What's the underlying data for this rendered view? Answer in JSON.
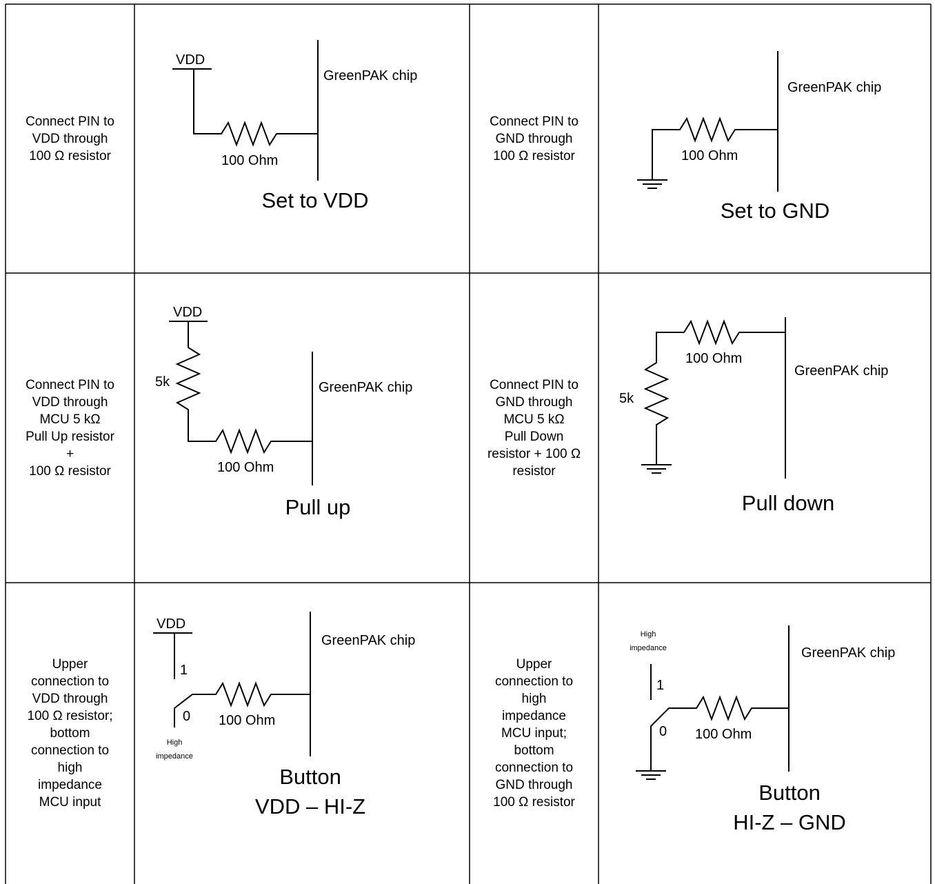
{
  "rows": [
    {
      "left": {
        "description": "Connect PIN to\nVDD through\n100 Ω resistor",
        "caption": "Set to VDD",
        "supply_label": "VDD",
        "resistor_label": "100 Ohm",
        "chip_label": "GreenPAK chip"
      },
      "right": {
        "description": "Connect PIN to\nGND through\n100 Ω resistor",
        "caption": "Set to GND",
        "resistor_label": "100 Ohm",
        "chip_label": "GreenPAK chip"
      }
    },
    {
      "left": {
        "description": "Connect PIN to\nVDD through\nMCU 5 kΩ\nPull Up resistor\n+\n100 Ω resistor",
        "caption": "Pull up",
        "supply_label": "VDD",
        "pull_label": "5k",
        "resistor_label": "100 Ohm",
        "chip_label": "GreenPAK chip"
      },
      "right": {
        "description": "Connect PIN to\nGND through\nMCU 5 kΩ\nPull Down\nresistor + 100 Ω\nresistor",
        "caption": "Pull down",
        "pull_label": "5k",
        "resistor_label": "100 Ohm",
        "chip_label": "GreenPAK chip"
      }
    },
    {
      "left": {
        "description": "Upper\nconnection to\nVDD through\n100 Ω resistor;\nbottom\nconnection to\nhigh\nimpedance\nMCU input",
        "caption_line1": "Button",
        "caption_line2": "VDD – HI-Z",
        "supply_label": "VDD",
        "switch_upper": "1",
        "switch_lower": "0",
        "hiz_line1": "High",
        "hiz_line2": "impedance",
        "resistor_label": "100 Ohm",
        "chip_label": "GreenPAK chip"
      },
      "right": {
        "description": "Upper\nconnection to\nhigh\nimpedance\nMCU input;\nbottom\nconnection to\nGND through\n100 Ω resistor",
        "caption_line1": "Button",
        "caption_line2": "HI-Z – GND",
        "hiz_line1": "High",
        "hiz_line2": "impedance",
        "switch_upper": "1",
        "switch_lower": "0",
        "resistor_label": "100 Ohm",
        "chip_label": "GreenPAK chip"
      }
    }
  ]
}
